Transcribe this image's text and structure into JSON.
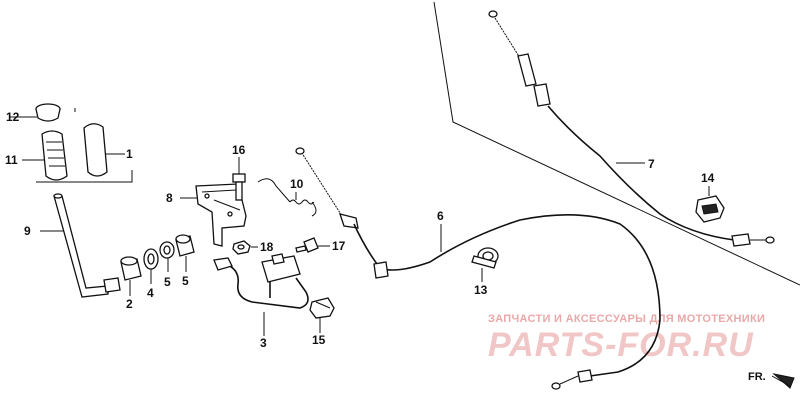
{
  "diagram": {
    "callouts": [
      {
        "id": "c1",
        "text": "1"
      },
      {
        "id": "c2",
        "text": "2"
      },
      {
        "id": "c3",
        "text": "3"
      },
      {
        "id": "c4",
        "text": "4"
      },
      {
        "id": "c5a",
        "text": "5"
      },
      {
        "id": "c5b",
        "text": "5"
      },
      {
        "id": "c6",
        "text": "6"
      },
      {
        "id": "c7",
        "text": "7"
      },
      {
        "id": "c8",
        "text": "8"
      },
      {
        "id": "c9",
        "text": "9"
      },
      {
        "id": "c10",
        "text": "10"
      },
      {
        "id": "c11",
        "text": "11"
      },
      {
        "id": "c12",
        "text": "12"
      },
      {
        "id": "c13",
        "text": "13"
      },
      {
        "id": "c14",
        "text": "14"
      },
      {
        "id": "c15",
        "text": "15"
      },
      {
        "id": "c16",
        "text": "16"
      },
      {
        "id": "c17",
        "text": "17"
      },
      {
        "id": "c18",
        "text": "18"
      }
    ],
    "direction_label": "FR.",
    "watermark": {
      "tagline": "ЗАПЧАСТИ И АКСЕССУАРЫ ДЛЯ МОТОТЕХНИКИ",
      "logo": "PARTS-FOR.RU"
    },
    "colors": {
      "ink": "#111111",
      "watermark": "#e9a9a9"
    }
  }
}
